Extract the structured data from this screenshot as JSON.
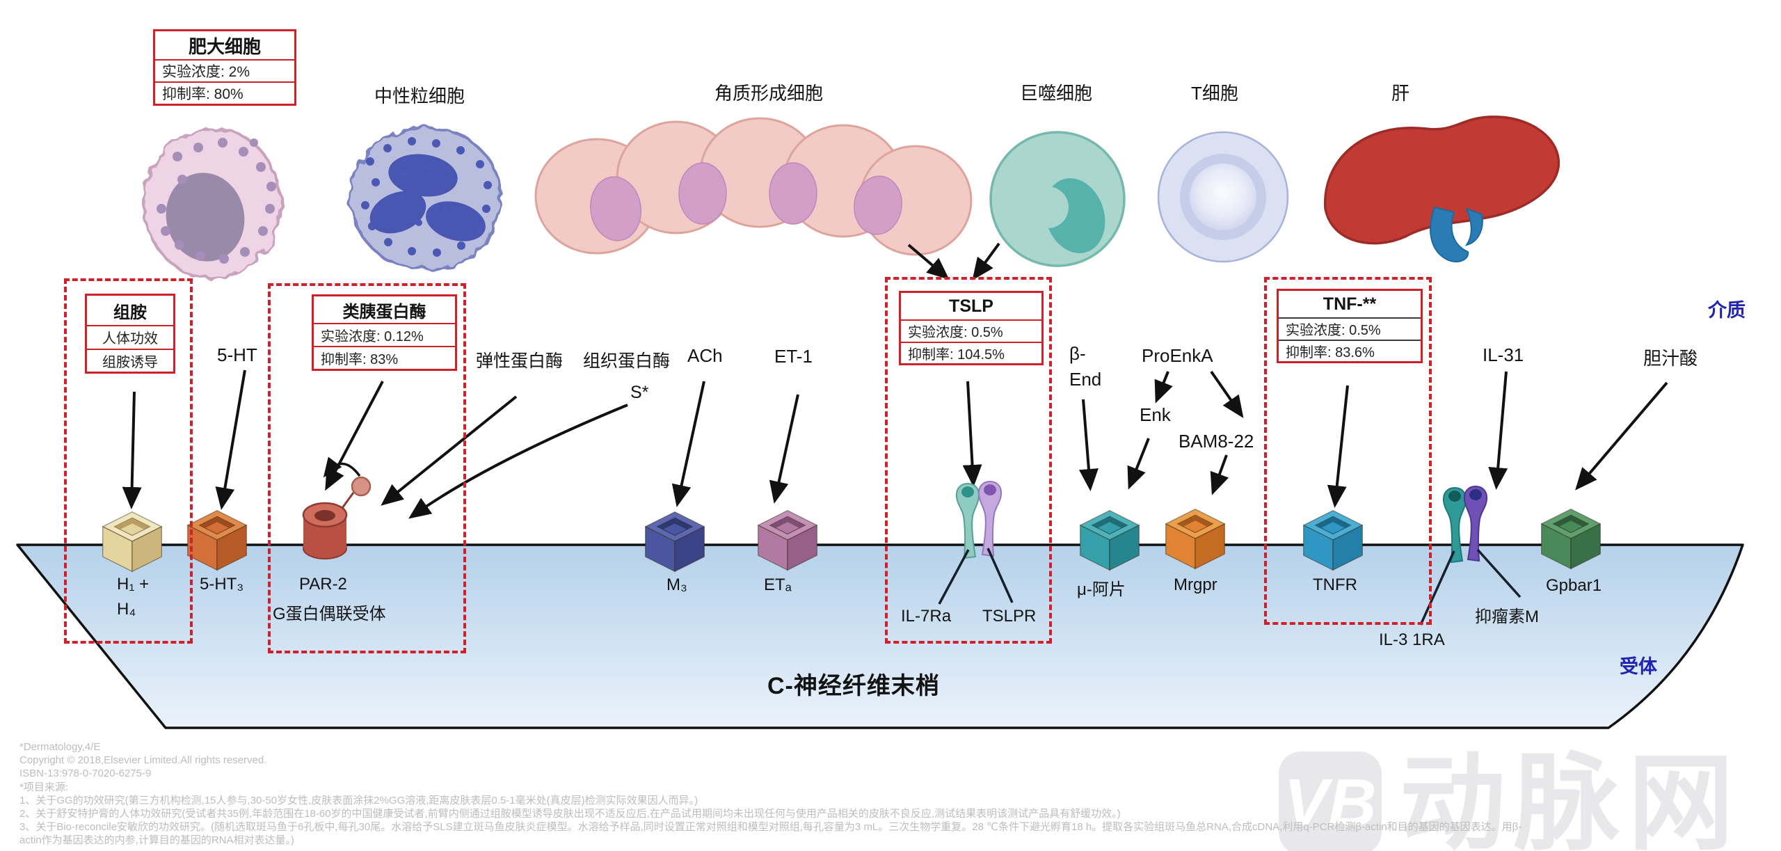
{
  "colors": {
    "accent_red": "#d0202a",
    "label_blue": "#1f23b0",
    "membrane_top": "#b5d1ea",
    "membrane_bottom": "#eaf2fb"
  },
  "cell_labels": {
    "neutrophil": "中性粒细胞",
    "keratinocyte": "角质形成细胞",
    "macrophage": "巨噬细胞",
    "tcell": "T细胞",
    "liver": "肝"
  },
  "info_boxes": {
    "mast": {
      "title": "肥大细胞",
      "rows": [
        "实验浓度: 2%",
        "抑制率: 80%"
      ]
    },
    "histamine": {
      "title": "组胺",
      "rows": [
        "人体功效",
        "组胺诱导"
      ]
    },
    "tryptase": {
      "title": "类胰蛋白酶",
      "rows": [
        "实验浓度: 0.12%",
        "抑制率: 83%"
      ]
    },
    "tslp": {
      "title": "TSLP",
      "rows": [
        "实验浓度: 0.5%",
        "抑制率: 104.5%"
      ]
    },
    "tnf": {
      "title": "TNF-**",
      "rows": [
        "实验浓度: 0.5%",
        "抑制率: 83.6%"
      ]
    }
  },
  "mediators": {
    "serotonin": "5-HT",
    "elastase": "弹性蛋白酶",
    "cathepsin": "组织蛋白酶",
    "cathepsin_s": "S*",
    "ach": "ACh",
    "et1": "ET-1",
    "beta_end_line1": "β-",
    "beta_end_line2": "End",
    "proenka": "ProEnkA",
    "enk": "Enk",
    "bam": "BAM8-22",
    "il31": "IL-31",
    "bile_acid": "胆汁酸"
  },
  "receptors": {
    "h1h4_line1": "H₁ +",
    "h1h4_line2": "H₄",
    "serotonin3": "5-HT₃",
    "par2_line1": "PAR-2",
    "par2_line2": "G蛋白偶联受体",
    "m3": "M₃",
    "eta": "ETₐ",
    "il7ra": "IL-7Ra",
    "tslpr": "TSLPR",
    "mu_opioid": "μ-阿片",
    "mrgpr": "Mrgpr",
    "tnfr": "TNFR",
    "il31ra": "IL-3 1RA",
    "osm": "抑瘤素M",
    "gpbar1": "Gpbar1"
  },
  "side_labels": {
    "mediator": "介质",
    "receptor": "受体"
  },
  "nerve_label": "C-神经纤维末梢",
  "footer": {
    "lines": [
      "*Dermatology,4/E",
      "Copyright © 2018,Elsevier Limited.All rights reserved.",
      "ISBN-13:978-0-7020-6275-9",
      "*项目来源:",
      "1、关于GG的功效研究(第三方机构检测,15人参与,30-50岁女性,皮肤表面涂抹2%GG溶液,距离皮肤表层0.5-1毫米处(真皮层)检测实际效果因人而异。)",
      "2、关于舒安特护膏的人体功效研究(受试者共35例,年龄范围在18-60岁的中国健康受试者,前臂内侧通过组胺模型诱导皮肤出现不适反应后,在产品试用期间均未出现任何与使用产品相关的皮肤不良反应,测试结果表明该测试产品具有舒缓功效。)",
      "3、关于Bio-reconcile安敏欣的功效研究。(随机选取斑马鱼于6孔板中,每孔30尾。水溶给予SLS建立斑马鱼皮肤炎症模型。水溶给予样品,同时设置正常对照组和模型对照组,每孔容量为3 mL。三次生物学重复。28 ℃条件下避光孵育18 h。提取各实验组斑马鱼总RNA,合成cDNA,利用q-PCR检测β-actin和目的基因的基因表达。用β-",
      "actin作为基因表达的内参,计算目的基因的RNA相对表达量。)"
    ]
  },
  "watermark": {
    "badge": "VB",
    "name": "动脉网"
  },
  "cube_colors": {
    "h1h4": [
      "#f0e7c0",
      "#e4d49e",
      "#cdb67c",
      "#b89e60"
    ],
    "serotonin3": [
      "#e08a4c",
      "#d3703a",
      "#b95b28",
      "#9c4a1e"
    ],
    "m3": [
      "#5d68b2",
      "#4a57a0",
      "#3a4486",
      "#2e376e"
    ],
    "eta": [
      "#c490b5",
      "#b279a3",
      "#96608a",
      "#7c4e72"
    ],
    "mu_opioid": [
      "#4fb3bc",
      "#35a0aa",
      "#26868f",
      "#1d6f77"
    ],
    "mrgpr": [
      "#eda04c",
      "#e08433",
      "#c56b22",
      "#a5581c"
    ],
    "tnfr": [
      "#4aaed5",
      "#2f97c4",
      "#2480a8",
      "#1c688a"
    ],
    "gpbar1": [
      "#5fa06e",
      "#4a8a5a",
      "#3a7048",
      "#2e5c3a"
    ]
  }
}
